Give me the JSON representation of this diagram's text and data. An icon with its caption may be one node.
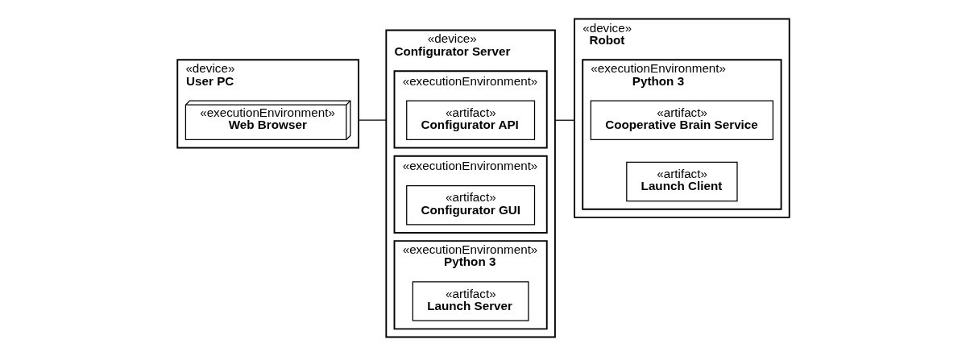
{
  "diagram": {
    "nodes": [
      {
        "text": [
          "«device»",
          "User PC"
        ]
      },
      {
        "text": [
          "«executionEnvironment»",
          "Web Browser"
        ],
        "in": 0
      },
      {
        "text": [
          "«device»",
          "Configurator Server"
        ]
      },
      {
        "text": [
          "«executionEnvironment»"
        ],
        "in": 2
      },
      {
        "text": [
          "«artifact»",
          "Configurator API"
        ],
        "in": 3
      },
      {
        "text": [
          "«executionEnvironment»"
        ],
        "in": 2
      },
      {
        "text": [
          "«artifact»",
          "Configurator GUI"
        ],
        "in": 5
      },
      {
        "text": [
          "«executionEnvironment»",
          "Python 3"
        ],
        "in": 2
      },
      {
        "text": [
          "«artifact»",
          "Launch Server"
        ],
        "in": 7
      },
      {
        "text": [
          "«device»",
          "Robot"
        ]
      },
      {
        "text": [
          "«executionEnvironment»",
          "Python 3"
        ],
        "in": 9
      },
      {
        "text": [
          "«artifact»",
          "Cooperative Brain Service"
        ],
        "in": 10
      },
      {
        "text": [
          "«artifact»",
          "Launch Client"
        ],
        "in": 10
      }
    ],
    "edges": [
      {
        "from": 0,
        "to": 2,
        "arrow": "none"
      },
      {
        "from": 2,
        "to": 9,
        "arrow": "none"
      }
    ]
  }
}
